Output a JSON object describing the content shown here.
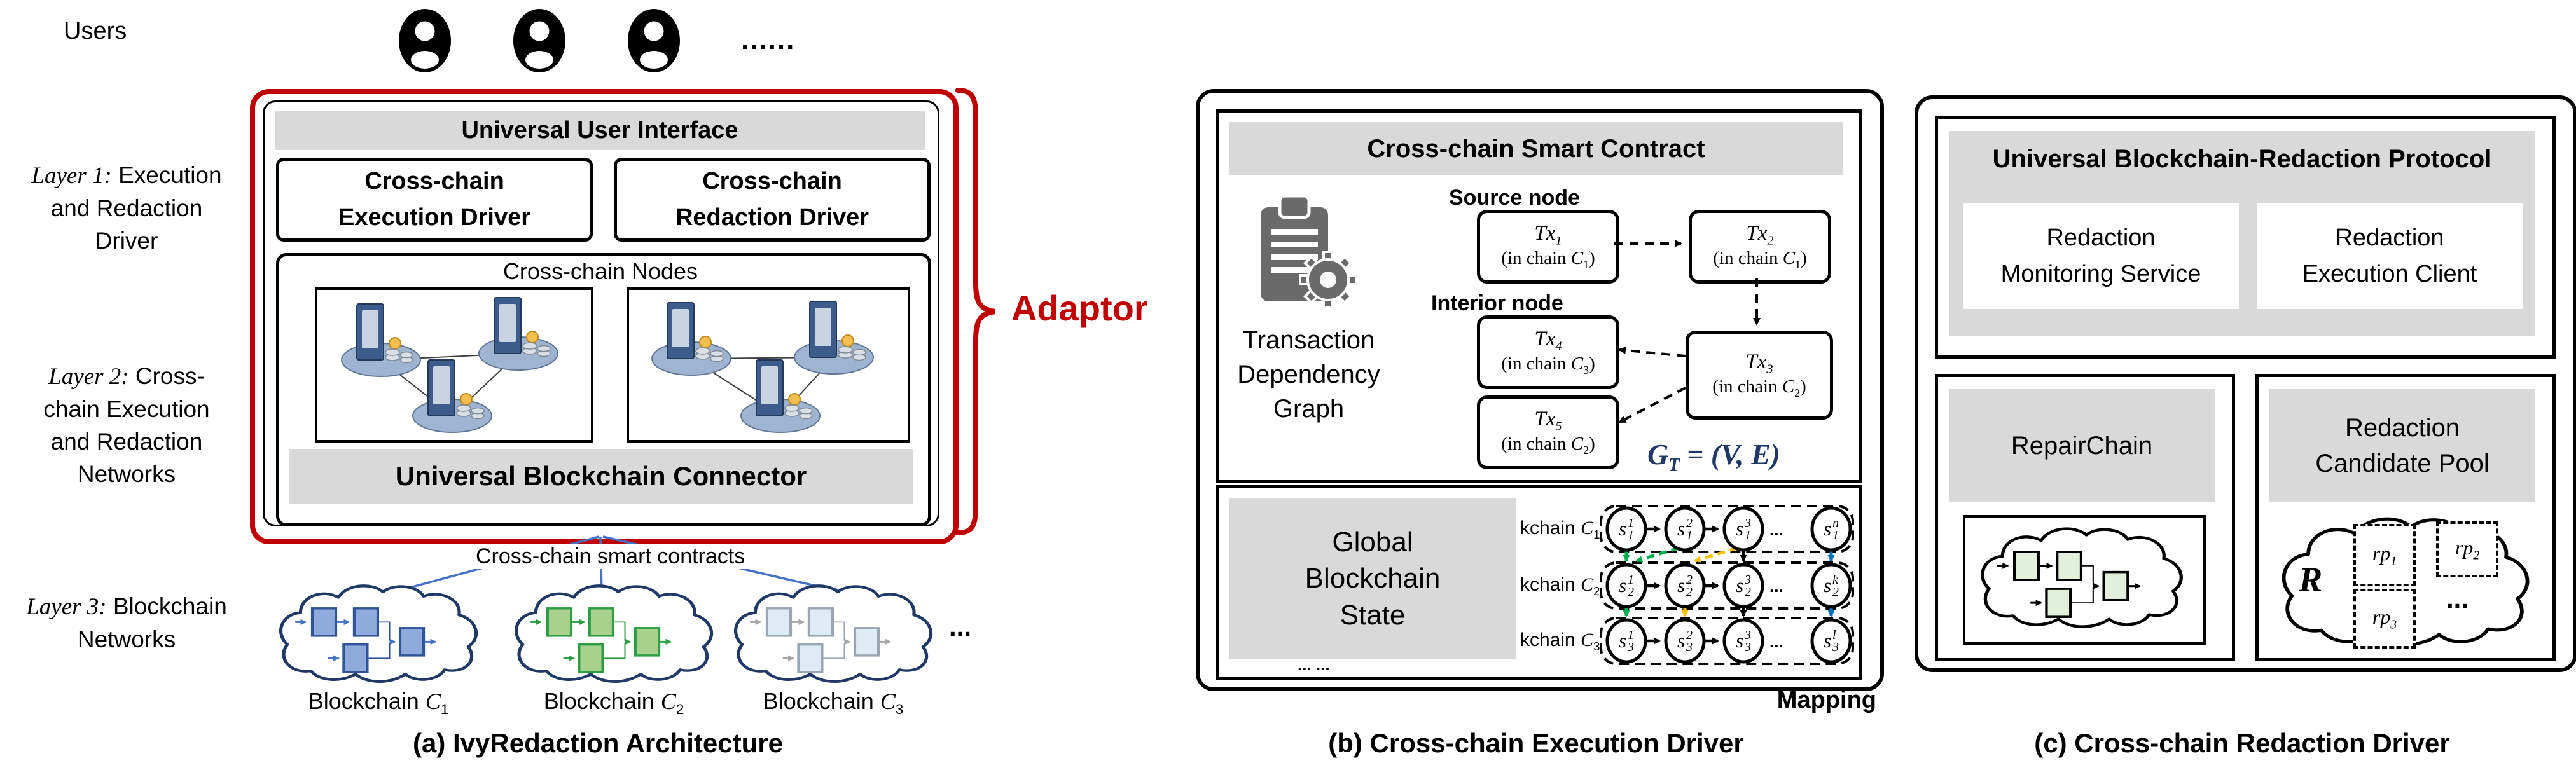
{
  "colors": {
    "red": "#C00000",
    "gray_bar": "#D9D9D9",
    "cloud_outline": "#1F3864",
    "formula_blue": "#1F3864",
    "arrow_blue": "#4472C4",
    "green": "#00B050",
    "yellow": "#FFC000",
    "blue": "#0070C0",
    "black": "#000000"
  },
  "panel_a": {
    "users_label": "Users",
    "users_dots": "......",
    "layer1": {
      "lead": "Layer 1:",
      "line1": "Execution",
      "line2": "and Redaction",
      "line3": "Driver"
    },
    "layer2": {
      "lead": "Layer 2:",
      "line1": "Cross-",
      "line2": "chain Execution",
      "line3": "and Redaction",
      "line4": "Networks"
    },
    "layer3": {
      "lead": "Layer 3:",
      "line1": "Blockchain",
      "line2": "Networks"
    },
    "uui_label": "Universal User Interface",
    "exec_driver": {
      "l1": "Cross-chain",
      "l2": "Execution Driver"
    },
    "redact_driver": {
      "l1": "Cross-chain",
      "l2": "Redaction Driver"
    },
    "nodes_title": "Cross-chain Nodes",
    "connector_label": "Universal Blockchain Connector",
    "adaptor_label": "Adaptor",
    "contracts_label": "Cross-chain smart contracts",
    "clouds": [
      {
        "pre": "Blockchain",
        "chain": "C",
        "sub": "1",
        "fill": "#8FAADC",
        "stroke": "#2F5597",
        "arrow": "#4472C4"
      },
      {
        "pre": "Blockchain",
        "chain": "C",
        "sub": "2",
        "fill": "#A9D18E",
        "stroke": "#2E9E44",
        "arrow": "#2E9E44"
      },
      {
        "pre": "Blockchain",
        "chain": "C",
        "sub": "3",
        "fill": "#DEEBF7",
        "stroke": "#9AA6B2",
        "arrow": "#A6A6A6"
      }
    ],
    "clouds_more_dots": "...",
    "caption": "(a) IvyRedaction Architecture"
  },
  "panel_b": {
    "header": "Cross-chain Smart Contract",
    "tdg": {
      "l1": "Transaction",
      "l2": "Dependency",
      "l3": "Graph"
    },
    "source_label": "Source node",
    "interior_label": "Interior node",
    "tx1": {
      "base": "Tx",
      "sub": "1",
      "pre": "(in chain",
      "chain": "C",
      "csub": "1",
      "post": ")"
    },
    "tx2": {
      "base": "Tx",
      "sub": "2",
      "pre": "(in chain",
      "chain": "C",
      "csub": "1",
      "post": ")"
    },
    "tx3": {
      "base": "Tx",
      "sub": "3",
      "pre": "(in chain",
      "chain": "C",
      "csub": "2",
      "post": ")"
    },
    "tx4": {
      "base": "Tx",
      "sub": "4",
      "pre": "(in chain",
      "chain": "C",
      "csub": "3",
      "post": ")"
    },
    "tx5": {
      "base": "Tx",
      "sub": "5",
      "pre": "(in chain",
      "chain": "C",
      "csub": "2",
      "post": ")"
    },
    "formula": {
      "g": "G",
      "sub": "T",
      "mid": " = (",
      "v": "V",
      "comma": ", ",
      "e": "E",
      "close": ")"
    },
    "gbs": {
      "l1": "Global",
      "l2": "Blockchain",
      "l3": "State"
    },
    "chains": [
      {
        "pre": "kchain",
        "chain": "C",
        "sub": "1",
        "dots": "...",
        "states": [
          {
            "base": "s",
            "sup": "1",
            "sub": "1"
          },
          {
            "base": "s",
            "sup": "2",
            "sub": "1"
          },
          {
            "base": "s",
            "sup": "3",
            "sub": "1"
          },
          {
            "base": "s",
            "sup": "n",
            "sub": "1"
          }
        ]
      },
      {
        "pre": "kchain",
        "chain": "C",
        "sub": "2",
        "dots": "...",
        "states": [
          {
            "base": "s",
            "sup": "1",
            "sub": "2"
          },
          {
            "base": "s",
            "sup": "2",
            "sub": "2"
          },
          {
            "base": "s",
            "sup": "3",
            "sub": "2"
          },
          {
            "base": "s",
            "sup": "k",
            "sub": "2"
          }
        ]
      },
      {
        "pre": "kchain",
        "chain": "C",
        "sub": "3",
        "dots": "...",
        "states": [
          {
            "base": "s",
            "sup": "1",
            "sub": "3"
          },
          {
            "base": "s",
            "sup": "2",
            "sub": "3"
          },
          {
            "base": "s",
            "sup": "3",
            "sub": "3"
          },
          {
            "base": "s",
            "sup": "l",
            "sub": "3"
          }
        ]
      }
    ],
    "bottom_dots": "... ...",
    "mapping_label": "Mapping",
    "caption": "(b) Cross-chain Execution Driver"
  },
  "panel_c": {
    "protocol_header": "Universal Blockchain-Redaction Protocol",
    "monitoring": {
      "l1": "Redaction",
      "l2": "Monitoring Service"
    },
    "execution": {
      "l1": "Redaction",
      "l2": "Execution Client"
    },
    "repairchain_label": "RepairChain",
    "pool": {
      "l1": "Redaction",
      "l2": "Candidate Pool"
    },
    "pool_symbol": "R",
    "pool_items": [
      {
        "base": "rp",
        "sub": "1"
      },
      {
        "base": "rp",
        "sub": "2"
      },
      {
        "base": "rp",
        "sub": "3"
      }
    ],
    "pool_dots": "...",
    "caption": "(c) Cross-chain Redaction Driver"
  }
}
